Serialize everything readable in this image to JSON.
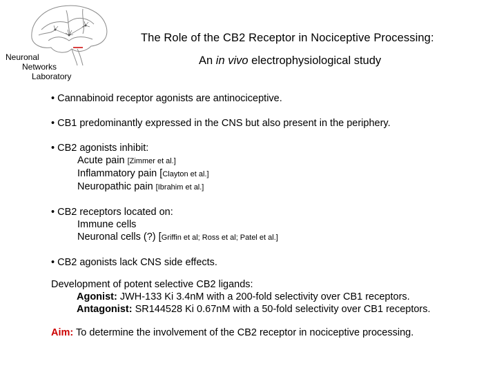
{
  "logo": {
    "icon": "brain-icon",
    "lab_name": [
      "Neuronal",
      "Networks",
      "Laboratory"
    ]
  },
  "title": "The Role of the CB2 Receptor in Nociceptive Processing:",
  "subtitle": {
    "before": "An ",
    "italic": "in vivo",
    "after": " electrophysiological study"
  },
  "bullets": {
    "b1": "• Cannabinoid receptor agonists are antinociceptive.",
    "b2": "• CB1 predominantly expressed in the CNS but also present in the periphery.",
    "b3": {
      "head": "• CB2 agonists inhibit:",
      "items": [
        {
          "text": "Acute pain ",
          "cite": "[Zimmer et al.]"
        },
        {
          "text": "Inflammatory pain [",
          "cite": "Clayton et al.]"
        },
        {
          "text": "Neuropathic pain ",
          "cite": "[Ibrahim et al.]"
        }
      ]
    },
    "b4": {
      "head": "• CB2 receptors located on:",
      "items": [
        {
          "text": "Immune cells",
          "cite": ""
        },
        {
          "text": "Neuronal cells (?) [",
          "cite": "Griffin et al; Ross et al; Patel et al.]"
        }
      ]
    },
    "b5": "• CB2 agonists lack CNS side effects."
  },
  "development": {
    "head": "Development of potent selective CB2 ligands:",
    "agonist_label": "Agonist:",
    "agonist_text": " JWH-133 Ki 3.4nM with a 200-fold selectivity over CB1 receptors.",
    "antagonist_label": "Antagonist:",
    "antagonist_text": " SR144528 Ki 0.67nM with a 50-fold selectivity over CB1 receptors."
  },
  "aim": {
    "label": "Aim:",
    "text": " To determine the involvement of the CB2 receptor in nociceptive processing."
  },
  "colors": {
    "aim_label": "#cc0000",
    "logo_line": "#808080",
    "logo_accent": "#cc0000"
  }
}
